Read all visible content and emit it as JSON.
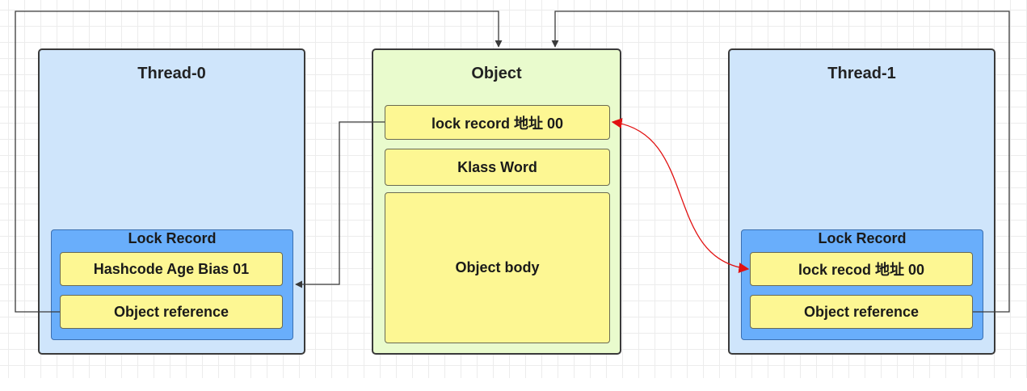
{
  "thread0": {
    "title": "Thread-0",
    "lock_record": {
      "title": "Lock Record",
      "field1": "Hashcode Age Bias 01",
      "field2": "Object reference"
    }
  },
  "object": {
    "title": "Object",
    "header": "lock  record 地址 00",
    "klass": "Klass Word",
    "body": "Object body"
  },
  "thread1": {
    "title": "Thread-1",
    "lock_record": {
      "title": "Lock Record",
      "field1": "lock recod 地址 00",
      "field2": "Object reference"
    }
  },
  "colors": {
    "thread_fill": "#cfe5fb",
    "object_fill": "#e9fbcd",
    "lock_record_fill": "#69aefb",
    "field_fill": "#fdf793",
    "cas_arrow": "#e11111"
  }
}
